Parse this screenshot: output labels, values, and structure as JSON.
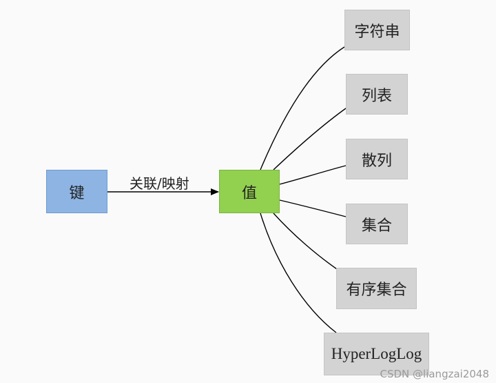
{
  "diagram": {
    "key_node": {
      "label": "键",
      "color": "#8db4e3"
    },
    "edge_label": "关联/映射",
    "value_node": {
      "label": "值",
      "color": "#92d050"
    },
    "type_nodes": [
      {
        "label": "字符串"
      },
      {
        "label": "列表"
      },
      {
        "label": "散列"
      },
      {
        "label": "集合"
      },
      {
        "label": "有序集合"
      },
      {
        "label": "HyperLogLog"
      }
    ],
    "type_node_color": "#d3d3d3"
  },
  "watermark": "CSDN @liangzai2048"
}
